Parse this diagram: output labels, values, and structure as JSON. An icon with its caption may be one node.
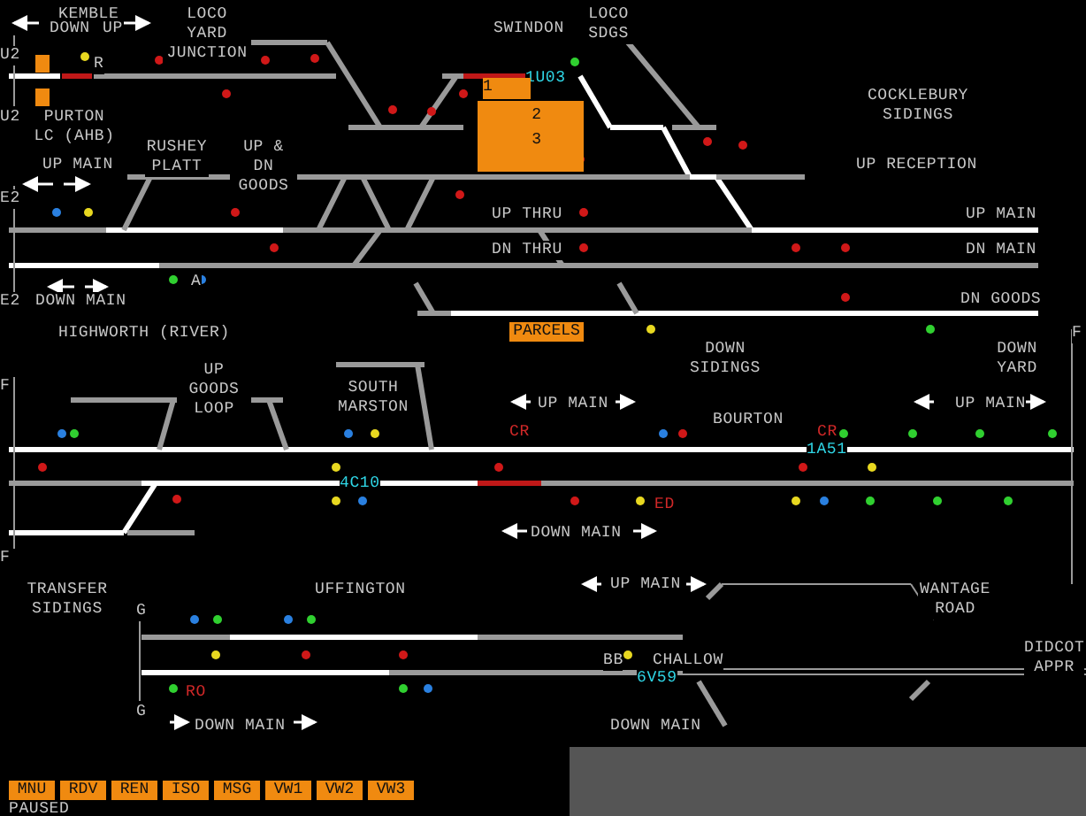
{
  "diagram": {
    "nodes": [
      {
        "text": [
          "1"
        ]
      },
      {
        "text": [
          "2",
          "3"
        ]
      },
      {
        "text": [
          "PARCELS"
        ]
      },
      {
        "text": [
          "MNU"
        ]
      },
      {
        "text": [
          "RDV"
        ]
      },
      {
        "text": [
          "REN"
        ]
      },
      {
        "text": [
          "ISO"
        ]
      },
      {
        "text": [
          "MSG"
        ]
      },
      {
        "text": [
          "VW1"
        ]
      },
      {
        "text": [
          "VW2"
        ]
      },
      {
        "text": [
          "VW3"
        ]
      }
    ],
    "labels": [
      "KEMBLE",
      "DOWN",
      "UP",
      "LOCO YARD JUNCTION",
      "SWINDON",
      "LOCO SDGS",
      "U2",
      "R",
      "1U03",
      "U2",
      "PURTON LC (AHB)",
      "COCKLEBURY SIDINGS",
      "RUSHEY PLATT",
      "UP & DN GOODS",
      "UP MAIN",
      "UP RECEPTION",
      "E2",
      "UP THRU",
      "UP MAIN",
      "DN THRU",
      "DN MAIN",
      "E2",
      "DOWN MAIN",
      "A",
      "DN GOODS",
      "HIGHWORTH (RIVER)",
      "F",
      "DOWN SIDINGS",
      "DOWN YARD",
      "UP GOODS LOOP",
      "F",
      "SOUTH MARSTON",
      "UP MAIN",
      "UP MAIN",
      "BOURTON",
      "CR",
      "CR",
      "1A51",
      "4C10",
      "ED",
      "DOWN MAIN",
      "F",
      "TRANSFER SIDINGS",
      "UFFINGTON",
      "UP MAIN",
      "WANTAGE ROAD",
      "G",
      "BB",
      "CHALLOW",
      "DIDCOT APPR",
      "6V59",
      "RO",
      "G",
      "DOWN MAIN",
      "DOWN MAIN",
      "PAUSED"
    ]
  }
}
